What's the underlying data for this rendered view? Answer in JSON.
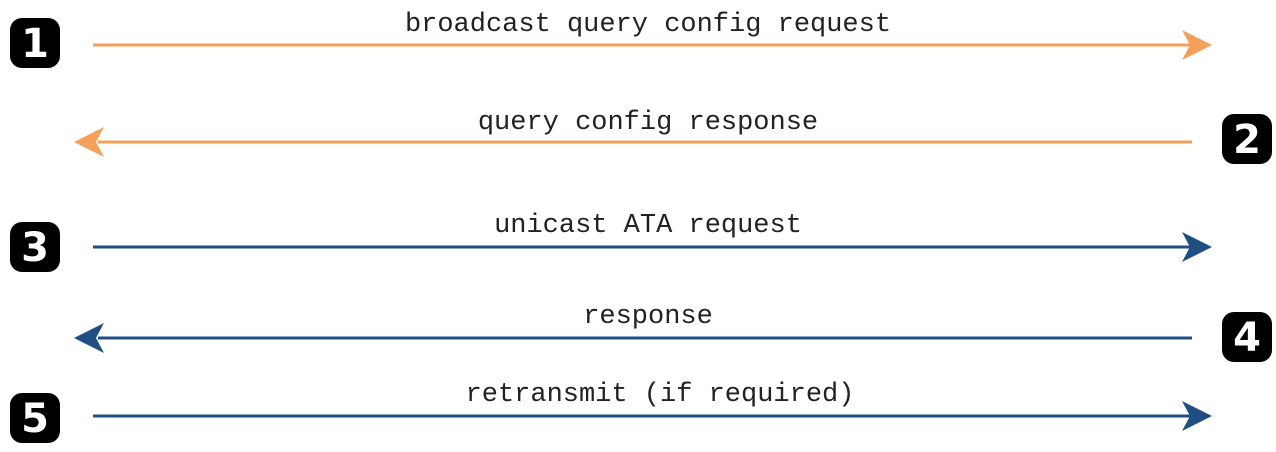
{
  "colors": {
    "orange": "#f4a05a",
    "blue": "#1f4f82",
    "badge": "#000000",
    "text": "#222222"
  },
  "steps": [
    {
      "number": "1",
      "label": "broadcast query config request",
      "direction": "right",
      "color": "#f4a05a"
    },
    {
      "number": "2",
      "label": "query config response",
      "direction": "left",
      "color": "#f4a05a"
    },
    {
      "number": "3",
      "label": "unicast ATA request",
      "direction": "right",
      "color": "#1f4f82"
    },
    {
      "number": "4",
      "label": "response",
      "direction": "left",
      "color": "#1f4f82"
    },
    {
      "number": "5",
      "label": "retransmit (if required)",
      "direction": "right",
      "color": "#1f4f82"
    }
  ]
}
